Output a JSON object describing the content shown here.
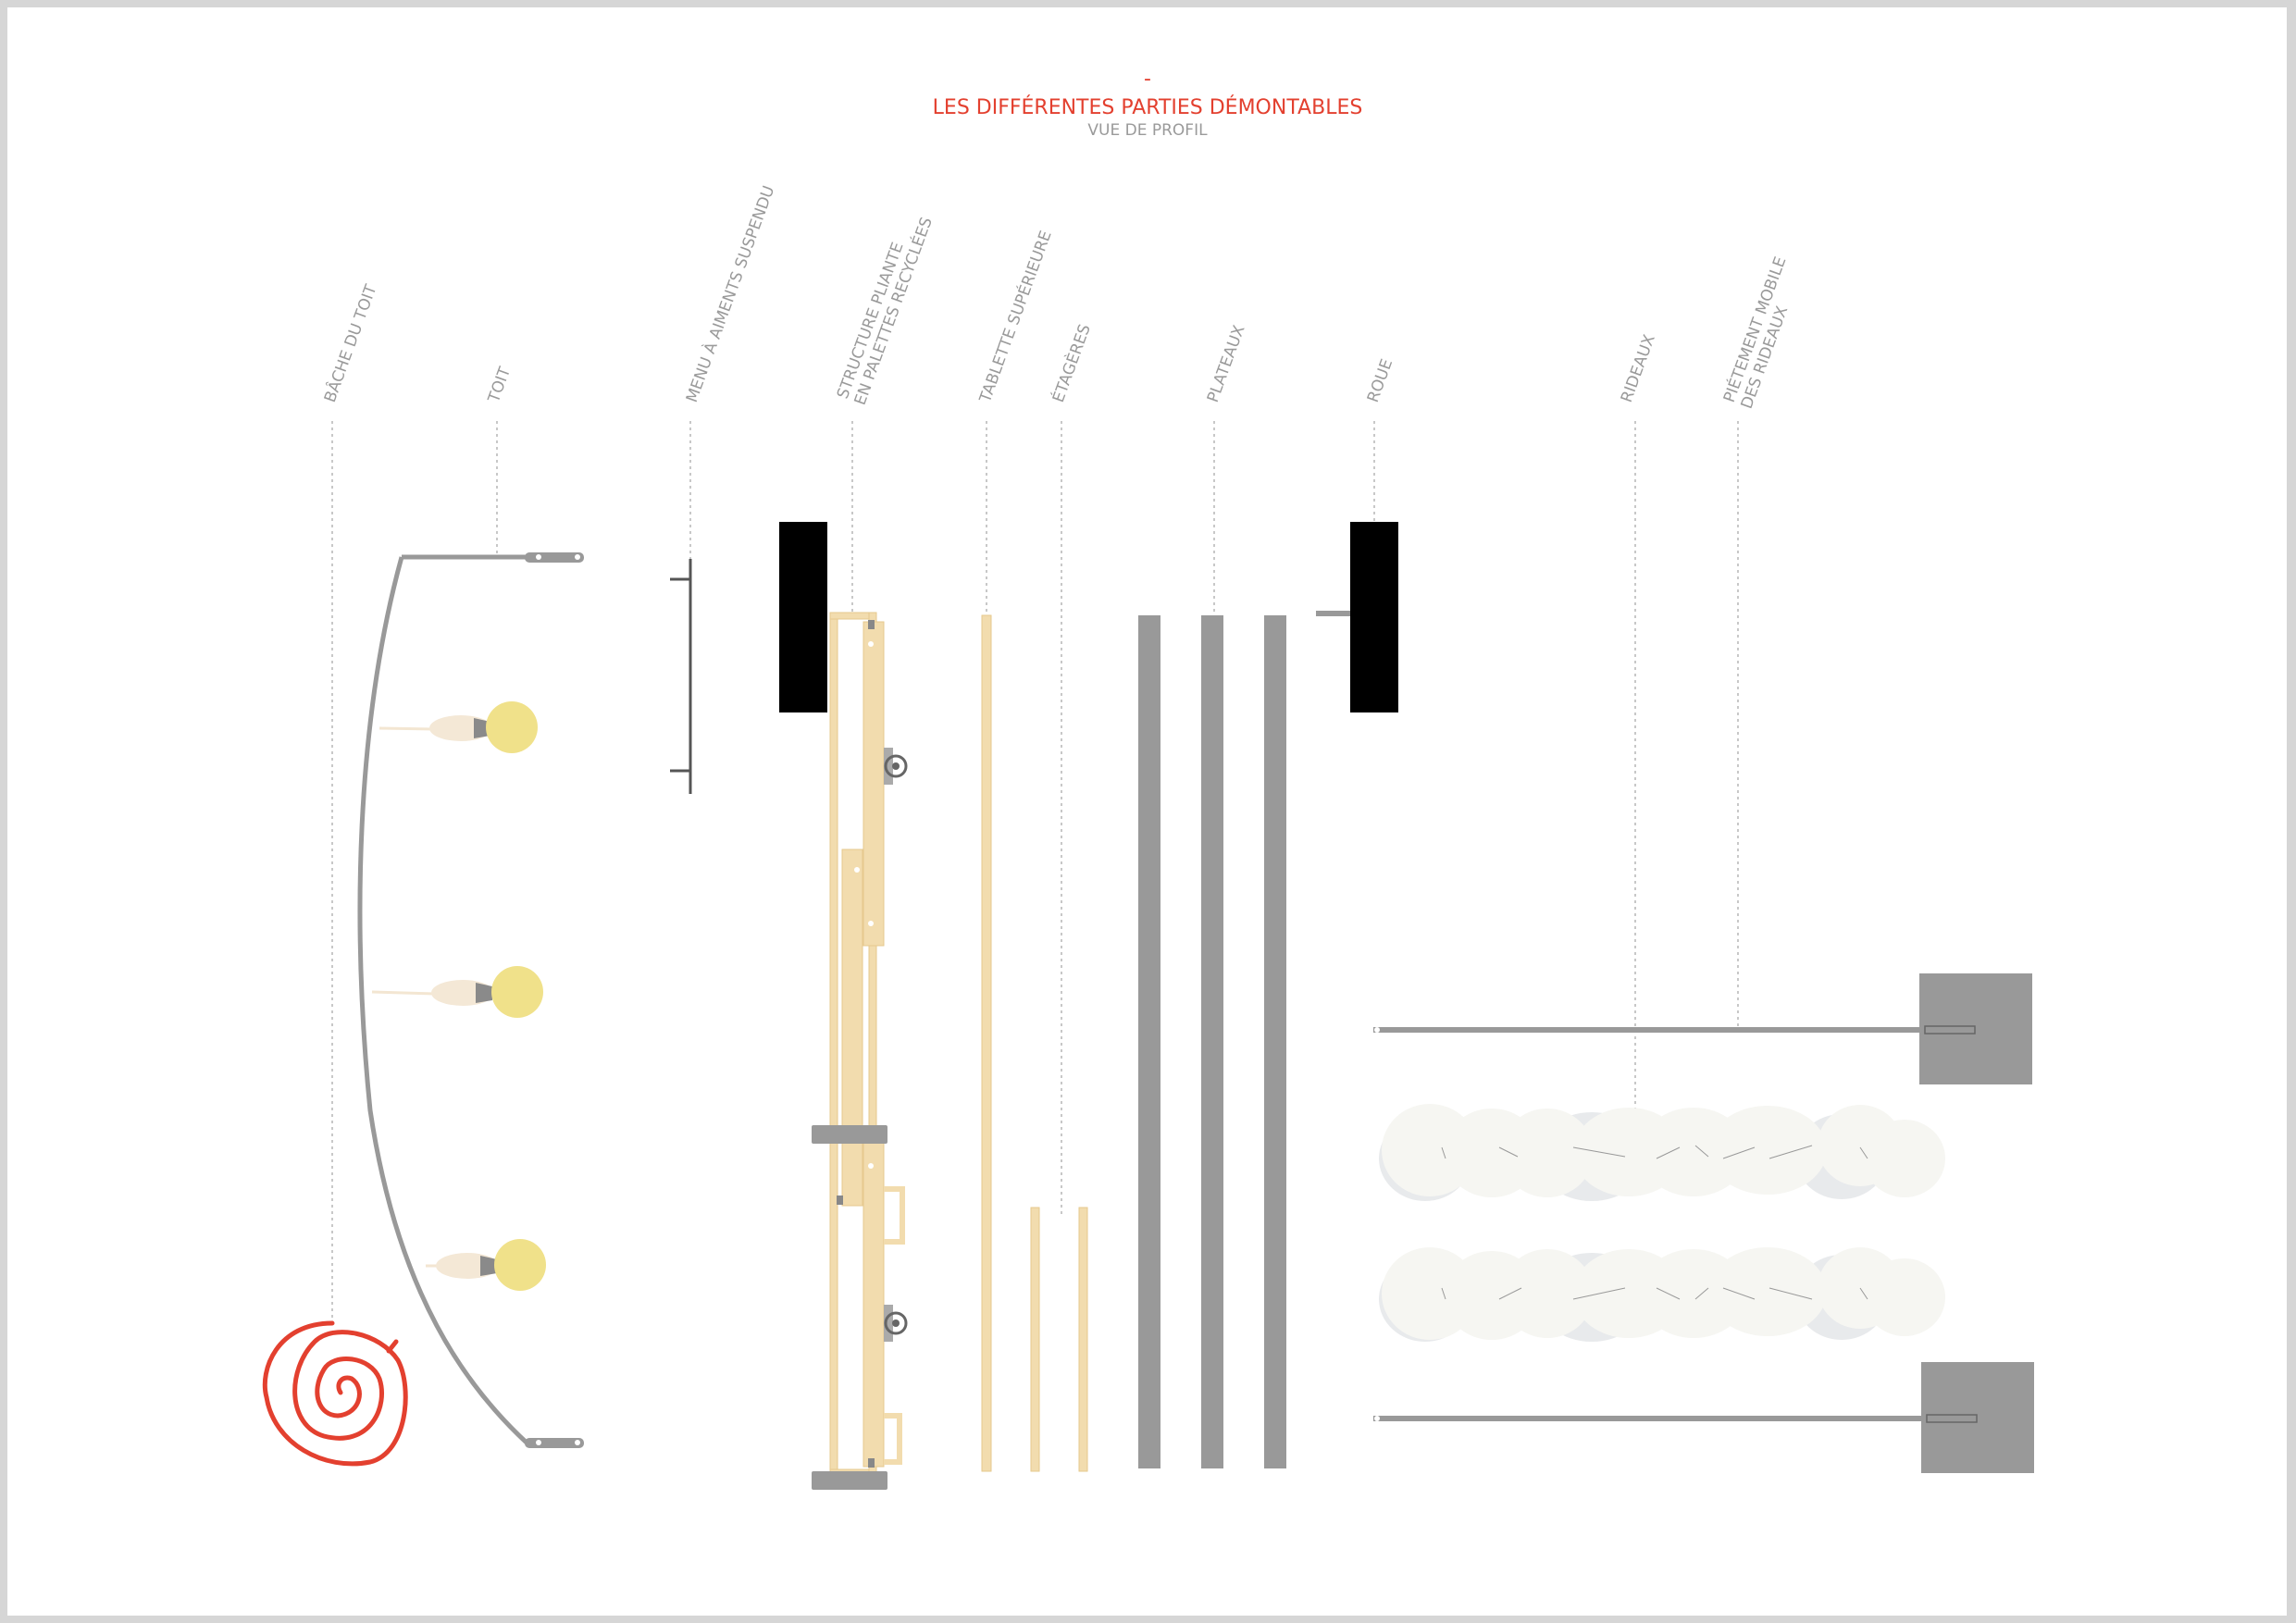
{
  "header": {
    "dash": "-",
    "title": "LES DIFFÉRENTES PARTIES DÉMONTABLES",
    "subtitle": "VUE DE PROFIL"
  },
  "labels": {
    "bache": "BÂCHE DU TOIT",
    "toit": "TOIT",
    "menu": "MENU À AIMENTS SUSPENDU",
    "structure_line1": "STRUCTURE PLIANTE",
    "structure_line2": "EN PALETTES RECYCLÉES",
    "tablette": "TABLETTE SUPÉRIEURE",
    "etageres": "ÉTAGÈRES",
    "plateaux": "PLATEAUX",
    "roue": "ROUE",
    "rideaux": "RIDEAUX",
    "pietement_line1": "PIÉTEMENT MOBILE",
    "pietement_line2": "DES RIDEAUX"
  },
  "colors": {
    "accent_red": "#e3402f",
    "label_gray": "#9a9a9a",
    "metal_gray": "#999999",
    "wood": "#f2dcae",
    "wood_edge": "#e6c98e",
    "black": "#000000",
    "bulb": "#f0e18a",
    "curtain": "#f6f6f2",
    "curtain_shadow": "#e8eaec"
  }
}
